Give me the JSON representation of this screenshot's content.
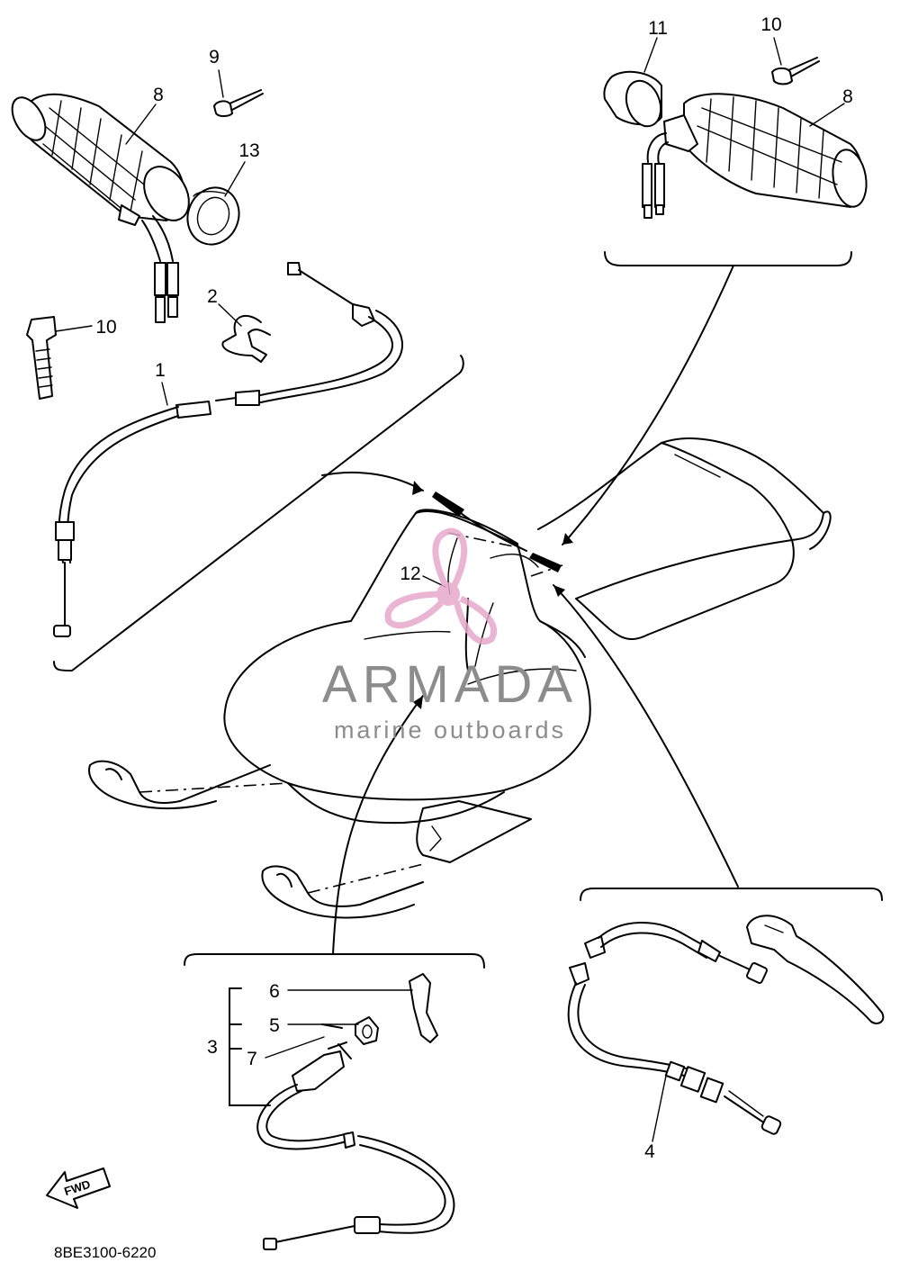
{
  "diagram": {
    "part_code": "8BE3100-6220",
    "direction_marker": "FWD",
    "callouts": [
      {
        "id": "c1",
        "text": "1"
      },
      {
        "id": "c2",
        "text": "2"
      },
      {
        "id": "c3",
        "text": "3"
      },
      {
        "id": "c4",
        "text": "4"
      },
      {
        "id": "c5",
        "text": "5"
      },
      {
        "id": "c6",
        "text": "6"
      },
      {
        "id": "c7",
        "text": "7"
      },
      {
        "id": "c8a",
        "text": "8"
      },
      {
        "id": "c8b",
        "text": "8"
      },
      {
        "id": "c9",
        "text": "9"
      },
      {
        "id": "c10a",
        "text": "10"
      },
      {
        "id": "c10b",
        "text": "10"
      },
      {
        "id": "c11",
        "text": "11"
      },
      {
        "id": "c12",
        "text": "12"
      },
      {
        "id": "c13",
        "text": "13"
      }
    ]
  },
  "watermark": {
    "brand": "ARMADA",
    "tagline": "marine outboards",
    "colors": {
      "logo": "#e6a9cb",
      "text": "#8c8c8c"
    }
  }
}
